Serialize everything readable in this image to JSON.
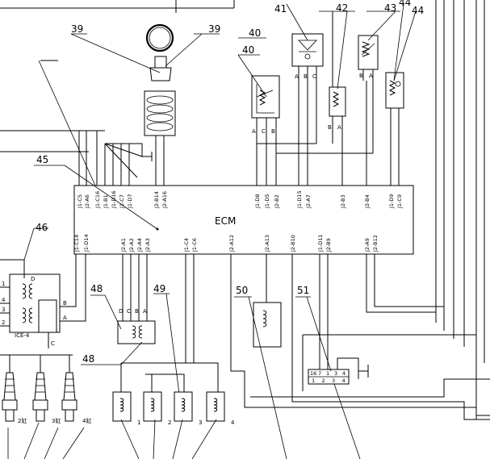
{
  "ecm": {
    "label": "ECM",
    "top_pins": [
      "J1-C5",
      "J2-A6",
      "J1-C16",
      "J1-B1",
      "J1-D16",
      "J1-C7",
      "J1-D7",
      "J2-B14",
      "J2-A16",
      "J1-D8",
      "J1-D5",
      "J2-B2",
      "J1-D15",
      "J2-A7",
      "J2-B3",
      "J2-B4",
      "J1-D9",
      "J1-C9"
    ],
    "bottom_pins": [
      "J1-C14",
      "J1-D14",
      "J2-A1",
      "J2-A2",
      "J2-A4",
      "J2-A3",
      "J1-C4",
      "J1-C6",
      "J2-A12",
      "J2-A13",
      "J2-B10",
      "J1-D11",
      "J2-B9",
      "J2-A9",
      "J2-B12"
    ]
  },
  "callouts": {
    "c39a": "39",
    "c39b": "39",
    "c40a": "40",
    "c40b": "40",
    "c41": "41",
    "c42": "42",
    "c43": "43",
    "c44": "44",
    "c45": "45",
    "c46": "46",
    "c48a": "48",
    "c48b": "48",
    "c49": "49",
    "c50": "50",
    "c51": "51"
  },
  "component_letters": {
    "s40": [
      "A",
      "C",
      "B"
    ],
    "s41": [
      "A",
      "B",
      "C"
    ],
    "s42": [
      "B",
      "A"
    ],
    "s43": [
      "B",
      "A"
    ],
    "s48": [
      "D",
      "C",
      "B",
      "A"
    ],
    "s46": [
      "D",
      "B",
      "A",
      "C"
    ],
    "s46_left": [
      "1",
      "4",
      "3",
      "2"
    ]
  },
  "ice": {
    "label": "ICE-4"
  },
  "connector51": {
    "top": [
      "16",
      "7",
      "1",
      "3",
      "4"
    ],
    "bottom": [
      "1",
      "2",
      "3",
      "4"
    ]
  },
  "coil_numbers": [
    "1",
    "2",
    "3",
    "4"
  ],
  "plugs": {
    "labels": [
      "2缸",
      "3缸",
      "4缸"
    ]
  }
}
